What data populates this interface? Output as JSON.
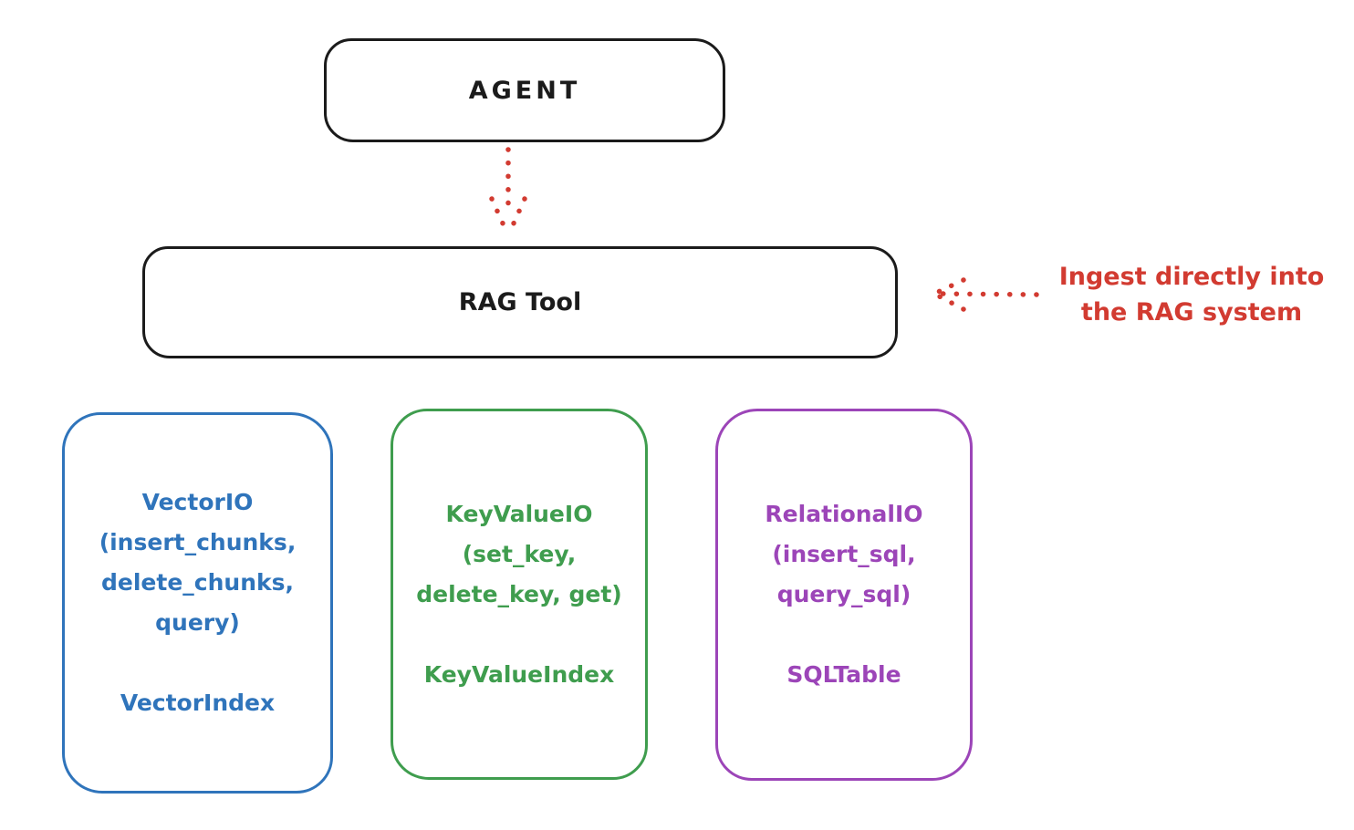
{
  "colors": {
    "background": "#ffffff",
    "ink": "#1b1b1b",
    "red": "#d23b31",
    "blue": "#2f74bb",
    "green": "#3f9d4e",
    "purple": "#9c45b8"
  },
  "nodes": {
    "agent": {
      "label": "AGENT"
    },
    "rag_tool": {
      "label": "RAG Tool"
    }
  },
  "annotation": {
    "line1": "Ingest directly into",
    "line2": "the RAG system"
  },
  "icons": {
    "down_arrow": "dotted-down-arrow",
    "ingest_arrow": "dotted-left-arrow"
  },
  "stores": [
    {
      "name": "vector-io",
      "color": "#2f74bb",
      "lines": [
        "VectorIO",
        "(insert_chunks,",
        "delete_chunks,",
        "query)"
      ],
      "index_label": "VectorIndex"
    },
    {
      "name": "keyvalue-io",
      "color": "#3f9d4e",
      "lines": [
        "KeyValueIO",
        "(set_key,",
        "delete_key, get)"
      ],
      "index_label": "KeyValueIndex"
    },
    {
      "name": "relational-io",
      "color": "#9c45b8",
      "lines": [
        "RelationalIO",
        "(insert_sql,",
        "query_sql)"
      ],
      "index_label": "SQLTable"
    }
  ]
}
